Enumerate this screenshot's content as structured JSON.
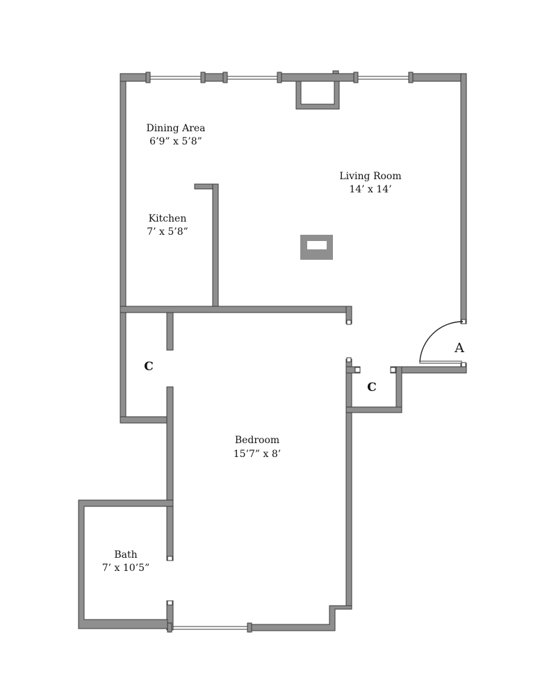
{
  "rooms": {
    "dining": {
      "name": "Dining Area",
      "size": "6’9” x 5’8”"
    },
    "living": {
      "name": "Living Room",
      "size": "14’ x 14’"
    },
    "kitchen": {
      "name": "Kitchen",
      "size": "7’ x 5’8”"
    },
    "bedroom": {
      "name": "Bedroom",
      "size": "15’7” x 8’"
    },
    "bath": {
      "name": "Bath",
      "size": "7’ x 10’5”"
    }
  },
  "closets": {
    "left": "C",
    "right": "C"
  },
  "entry": {
    "label": "A"
  },
  "colors": {
    "wall": "#8f8f8f",
    "wall_stroke": "#3a3a3a",
    "window": "#ffffff",
    "background": "#ffffff"
  }
}
